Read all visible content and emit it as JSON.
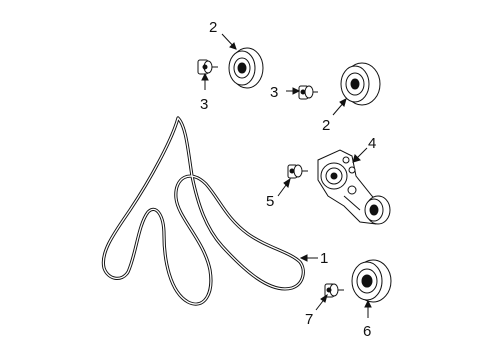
{
  "diagram": {
    "callouts": [
      {
        "id": "belt",
        "text": "1"
      },
      {
        "id": "idler-top",
        "text": "2"
      },
      {
        "id": "idler-right",
        "text": "2"
      },
      {
        "id": "bolt-top",
        "text": "3"
      },
      {
        "id": "bolt-mid",
        "text": "3"
      },
      {
        "id": "tensioner",
        "text": "4"
      },
      {
        "id": "tensioner-bolt",
        "text": "5"
      },
      {
        "id": "pulley-bottom",
        "text": "6"
      },
      {
        "id": "bolt-bottom",
        "text": "7"
      }
    ]
  }
}
